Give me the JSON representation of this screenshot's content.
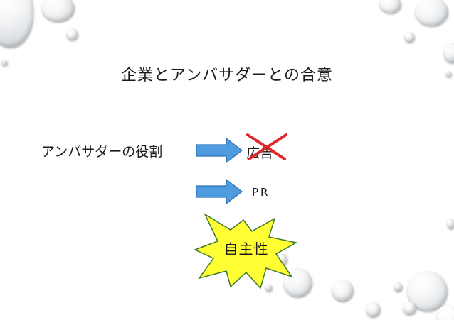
{
  "slide": {
    "title": "企業とアンバサダーとの合意",
    "role_label": "アンバサダーの役割",
    "crossed_item": "広告",
    "item_pr": "PR",
    "starburst_label": "自主性"
  },
  "colors": {
    "arrow_fill": "#4f9be0",
    "arrow_stroke": "#2d6fb0",
    "cross": "#e0282b",
    "starburst_fill": "#ffff33",
    "starburst_stroke": "#3e7a2e",
    "text": "#1a1a1a"
  },
  "icons": [
    "right-arrow-icon",
    "cross-mark-icon",
    "starburst-shape"
  ]
}
